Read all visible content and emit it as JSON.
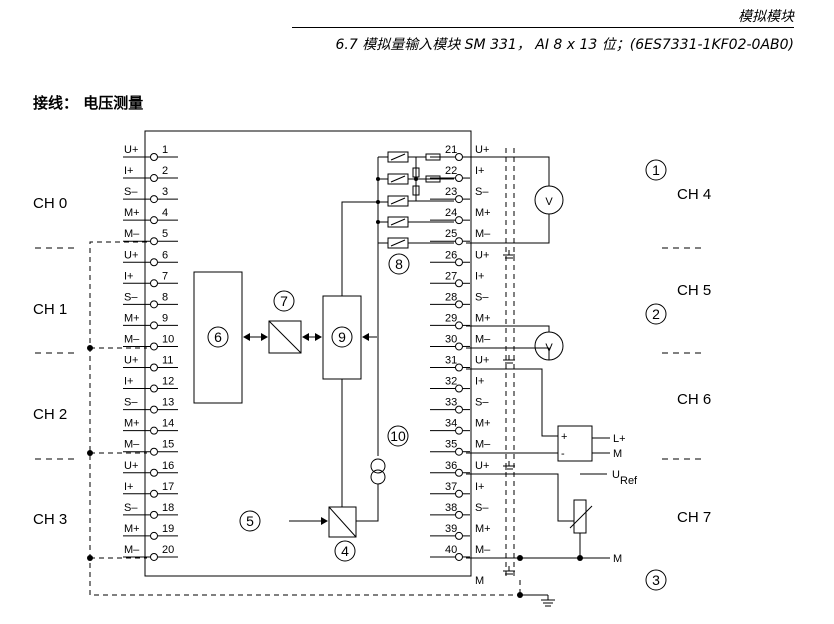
{
  "header": {
    "chapter": "模拟模块",
    "section": "6.7 模拟量输入模块 SM 331， AI 8 x 13 位；(6ES7331-1KF02-0AB0)"
  },
  "title": "接线：  电压测量",
  "left_pins": [
    {
      "num": "1",
      "label": "U+"
    },
    {
      "num": "2",
      "label": "I+"
    },
    {
      "num": "3",
      "label": "S–"
    },
    {
      "num": "4",
      "label": "M+"
    },
    {
      "num": "5",
      "label": "M–"
    },
    {
      "num": "6",
      "label": "U+"
    },
    {
      "num": "7",
      "label": "I+"
    },
    {
      "num": "8",
      "label": "S–"
    },
    {
      "num": "9",
      "label": "M+"
    },
    {
      "num": "10",
      "label": "M–"
    },
    {
      "num": "11",
      "label": "U+"
    },
    {
      "num": "12",
      "label": "I+"
    },
    {
      "num": "13",
      "label": "S–"
    },
    {
      "num": "14",
      "label": "M+"
    },
    {
      "num": "15",
      "label": "M–"
    },
    {
      "num": "16",
      "label": "U+"
    },
    {
      "num": "17",
      "label": "I+"
    },
    {
      "num": "18",
      "label": "S–"
    },
    {
      "num": "19",
      "label": "M+"
    },
    {
      "num": "20",
      "label": "M–"
    }
  ],
  "right_pins": [
    {
      "num": "21",
      "label": "U+"
    },
    {
      "num": "22",
      "label": "I+"
    },
    {
      "num": "23",
      "label": "S–"
    },
    {
      "num": "24",
      "label": "M+"
    },
    {
      "num": "25",
      "label": "M–"
    },
    {
      "num": "26",
      "label": "U+"
    },
    {
      "num": "27",
      "label": "I+"
    },
    {
      "num": "28",
      "label": "S–"
    },
    {
      "num": "29",
      "label": "M+"
    },
    {
      "num": "30",
      "label": "M–"
    },
    {
      "num": "31",
      "label": "U+"
    },
    {
      "num": "32",
      "label": "I+"
    },
    {
      "num": "33",
      "label": "S–"
    },
    {
      "num": "34",
      "label": "M+"
    },
    {
      "num": "35",
      "label": "M–"
    },
    {
      "num": "36",
      "label": "U+"
    },
    {
      "num": "37",
      "label": "I+"
    },
    {
      "num": "38",
      "label": "S–"
    },
    {
      "num": "39",
      "label": "M+"
    },
    {
      "num": "40",
      "label": "M–"
    },
    {
      "num": "",
      "label": "M"
    }
  ],
  "channels_left": [
    "CH 0",
    "CH 1",
    "CH 2",
    "CH 3"
  ],
  "channels_right": [
    "CH 4",
    "CH 5",
    "CH 6",
    "CH 7"
  ],
  "callouts": [
    "1",
    "2",
    "3",
    "4",
    "5",
    "6",
    "7",
    "8",
    "9",
    "10"
  ],
  "voltmeter_label": "V",
  "amp": {
    "plus": "+",
    "minus": "-",
    "out_pos": "L+",
    "out_m": "M"
  },
  "uref": {
    "main": "U",
    "sub": "Ref"
  },
  "m_label": "M"
}
